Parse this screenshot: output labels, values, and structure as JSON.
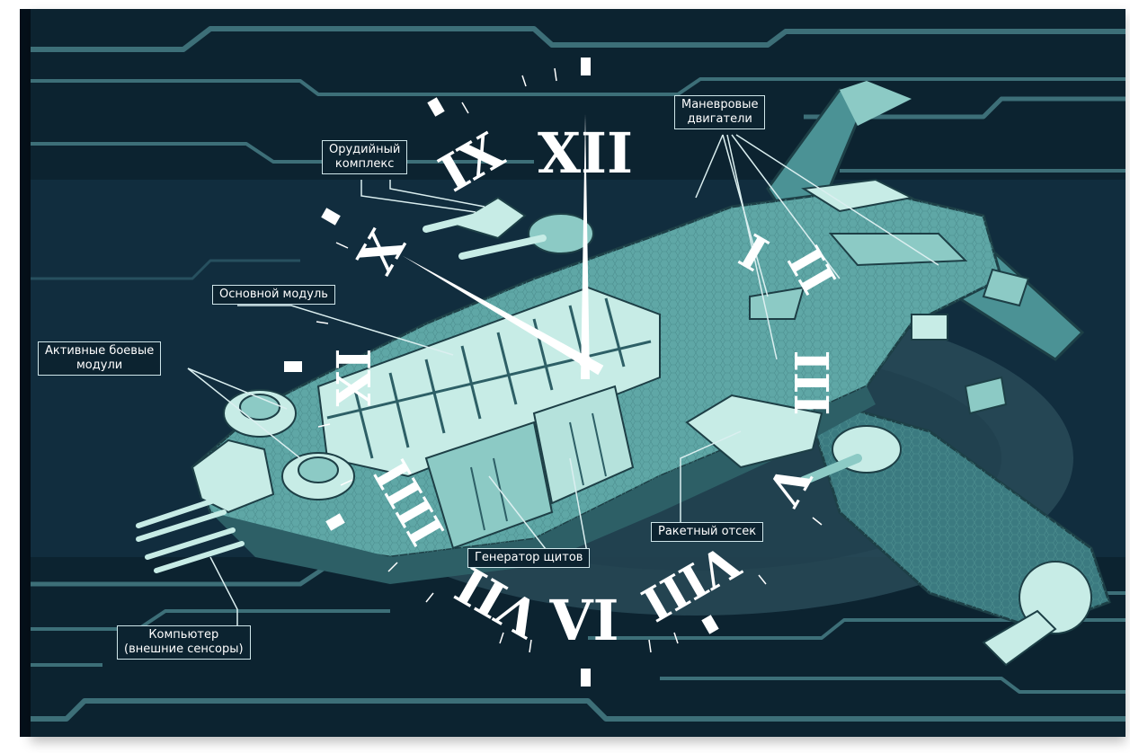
{
  "labels": {
    "weapon_complex": [
      "Орудийный",
      "комплекс"
    ],
    "maneuver_engines": [
      "Маневровые",
      "двигатели"
    ],
    "main_module": "Основной модуль",
    "active_combat_modules": [
      "Активные боевые",
      "модули"
    ],
    "computer": [
      "Компьютер",
      "(внешние сенсоры)"
    ],
    "shield_generator": "Генератор щитов",
    "missile_bay": "Ракетный отсек"
  },
  "clock": {
    "numerals": [
      "XII",
      "IX",
      "X",
      "XI",
      "I",
      "II",
      "III",
      "IIII",
      "V",
      "VI",
      "VII",
      "VIII"
    ],
    "time_shown": {
      "hour": 10,
      "minute": 0
    }
  },
  "colors": {
    "background": "#0c2330",
    "circuit_line": "#3d6f78",
    "ship_teal": "#5fa7a6",
    "ship_light": "#c7ece6",
    "ship_dark": "#2d5f66",
    "clock_white": "#ffffff"
  }
}
